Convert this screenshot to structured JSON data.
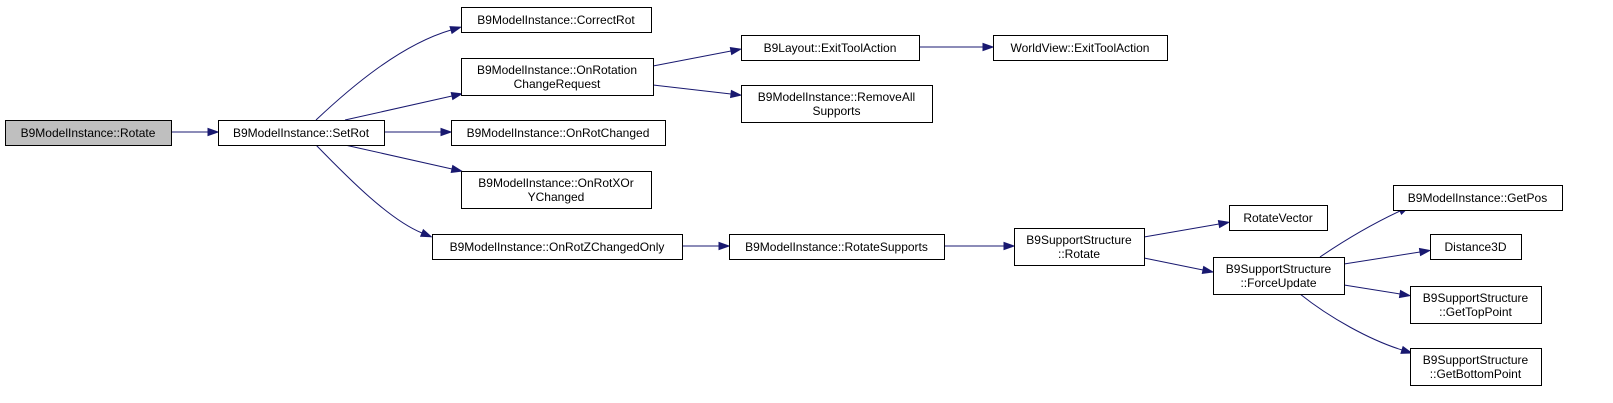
{
  "colors": {
    "edge": "#191970",
    "root_fill": "#bfbfbf",
    "node_fill": "#ffffff",
    "border": "#000000"
  },
  "nodes": {
    "rotate": {
      "lines": [
        "B9ModelInstance::Rotate"
      ]
    },
    "setrot": {
      "lines": [
        "B9ModelInstance::SetRot"
      ]
    },
    "correctrot": {
      "lines": [
        "B9ModelInstance::CorrectRot"
      ]
    },
    "onrotationchangerequest": {
      "lines": [
        "B9ModelInstance::OnRotation",
        "ChangeRequest"
      ]
    },
    "onrotchanged": {
      "lines": [
        "B9ModelInstance::OnRotChanged"
      ]
    },
    "onrotxorychanged": {
      "lines": [
        "B9ModelInstance::OnRotXOr",
        "YChanged"
      ]
    },
    "onrotzchangedonly": {
      "lines": [
        "B9ModelInstance::OnRotZChangedOnly"
      ]
    },
    "layoutexittoolaction": {
      "lines": [
        "B9Layout::ExitToolAction"
      ]
    },
    "worldviewexittoolaction": {
      "lines": [
        "WorldView::ExitToolAction"
      ]
    },
    "removeallsupports": {
      "lines": [
        "B9ModelInstance::RemoveAll",
        "Supports"
      ]
    },
    "rotatesupports": {
      "lines": [
        "B9ModelInstance::RotateSupports"
      ]
    },
    "supportrotate": {
      "lines": [
        "B9SupportStructure",
        "::Rotate"
      ]
    },
    "rotatevector": {
      "lines": [
        "RotateVector"
      ]
    },
    "forceupdate": {
      "lines": [
        "B9SupportStructure",
        "::ForceUpdate"
      ]
    },
    "getpos": {
      "lines": [
        "B9ModelInstance::GetPos"
      ]
    },
    "distance3d": {
      "lines": [
        "Distance3D"
      ]
    },
    "gettoppoint": {
      "lines": [
        "B9SupportStructure",
        "::GetTopPoint"
      ]
    },
    "getbottompoint": {
      "lines": [
        "B9SupportStructure",
        "::GetBottomPoint"
      ]
    }
  }
}
